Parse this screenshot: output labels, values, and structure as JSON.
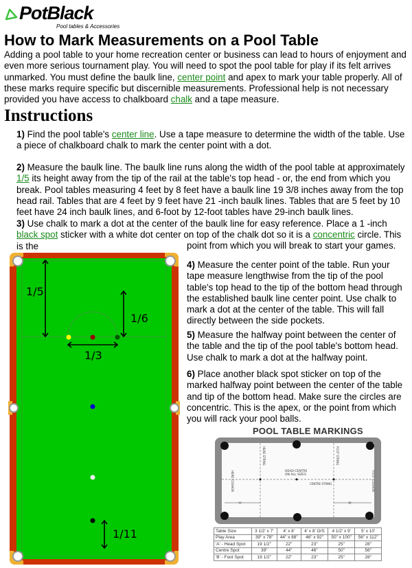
{
  "logo": {
    "name": "PotBlack",
    "tagline": "Pool tables & Accessories"
  },
  "title": "How to Mark Measurements on a Pool Table",
  "intro": {
    "t1": "Adding a pool table to your home recreation center or business can lead to hours of enjoyment and even more serious tournament play. You will need to spot the pool table for play if its felt arrives unmarked. You must define the baulk line, ",
    "l1": "center point",
    "t2": " and apex to mark your table properly. All of these marks require specific but discernible measurements. Professional help is not necessary provided you have access to chalkboard ",
    "l2": "chalk",
    "t3": " and a tape measure."
  },
  "instructions_heading": "Instructions",
  "steps": [
    {
      "num": "1)",
      "t1": " Find the pool table's ",
      "l1": "center line",
      "t2": ". Use a tape measure to determine the width of the table. Use a piece of chalkboard chalk to mark the center point with a dot."
    },
    {
      "num": "2)",
      "t1": " Measure the baulk line. The baulk line runs along the width of the pool table at approximately ",
      "l1": "1/5",
      "t2": "  its height away from the tip of the rail at the table's top head - or, the end from which you break. Pool tables measuring 4 feet by 8 feet have a baulk line 19 3/8 inches away from the top head rail. Tables that are 4 feet by 9 feet have 21 -inch baulk lines. Tables that are 5 feet by 10 feet have 24 inch baulk lines, and 6-foot by 12-foot tables have 29-inch baulk lines."
    },
    {
      "num": "3)",
      "t1": " Use chalk to mark a dot at the center of the baulk line for easy reference. Place a 1 -inch ",
      "l1": "black spot",
      "t2": " sticker with a white dot center on top of the chalk dot so it is a ",
      "l2": "concentric",
      "t3": " circle. This is the",
      "t4": "point from which you will break to start your games."
    },
    {
      "num": "4)",
      "t1": " Measure the center point of the table. Run your tape measure lengthwise from the tip of the pool table's top head to the tip of the bottom head through the established baulk line center point. Use chalk to mark a dot at the center of the table. This will fall directly between the side pockets."
    },
    {
      "num": "5)",
      "t1": " Measure the halfway point between the center of the table and the tip of the pool table's bottom head. Use chalk to mark a dot at the halfway point."
    },
    {
      "num": "6)",
      "t1": " Place another black spot sticker on top of the marked halfway point between the center of the table and tip of the bottom head. Make sure the circles are concentric. This is the apex, or the point from which you will rack your pool balls."
    }
  ],
  "diagram": {
    "labels": [
      "1/5",
      "1/6",
      "1/3",
      "1/11"
    ]
  },
  "markings": {
    "title": "POOL TABLE MARKINGS",
    "labels": {
      "head_string": "HEAD STRING",
      "foot_string": "FOOT STRING",
      "head_cushion": "HEAD CUSHION",
      "foot_cushion": "FOOT CUSHION",
      "dead_centre_1": "DEAD CENTRE",
      "dead_centre_2": "ON ALL SIZES",
      "centre_string": "CENTRE STRING",
      "a": "'A'",
      "b": "'B'"
    },
    "rows": [
      [
        "Table Size",
        "3 1/2' x 7'",
        "4' x 8'",
        "4' x 8' O/S",
        "4 1/2' x 9'",
        "5' x 10'"
      ],
      [
        "Play Area",
        "39\" x 78\"",
        "44\" x 88\"",
        "46\" x 92\"",
        "50\" x 100\"",
        "56\" x 112\""
      ],
      [
        "'A' - Head Spot",
        "19 1/2\"",
        "22\"",
        "23\"",
        "25\"",
        "28\""
      ],
      [
        "Centre Spot",
        "39\"",
        "44\"",
        "46\"",
        "50\"",
        "56\""
      ],
      [
        "'B' - Foot Spot",
        "19 1/2\"",
        "22\"",
        "23\"",
        "25\"",
        "28\""
      ]
    ]
  }
}
